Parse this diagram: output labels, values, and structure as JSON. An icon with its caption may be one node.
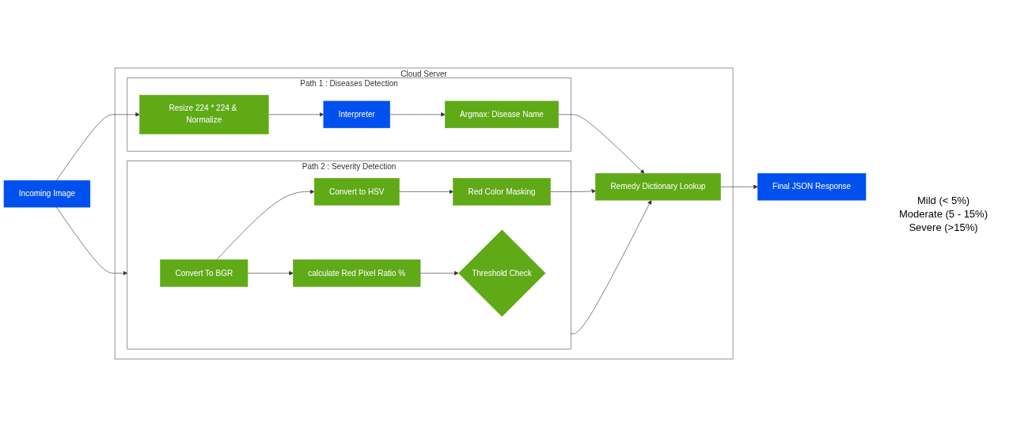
{
  "diagram": {
    "nodes": [
      {
        "text": [
          "Incoming Image"
        ]
      },
      {
        "text": [
          "Cloud Server"
        ]
      },
      {
        "text": [
          "Path 1 : Diseases Detection"
        ],
        "in": 1
      },
      {
        "text": [
          "Resize 224 * 224 & Normalize"
        ],
        "in": 2
      },
      {
        "text": [
          "Interpreter"
        ],
        "in": 2
      },
      {
        "text": [
          "Argmax: Disease Name"
        ],
        "in": 2
      },
      {
        "text": [
          "Path 2 : Severity  Detection"
        ],
        "in": 1
      },
      {
        "text": [
          "Convert To BGR"
        ],
        "in": 6
      },
      {
        "text": [
          "Convert to HSV"
        ],
        "in": 6
      },
      {
        "text": [
          "Red Color Masking"
        ],
        "in": 6
      },
      {
        "text": [
          "calculate Red Pixel Ratio %"
        ],
        "in": 6
      },
      {
        "text": [
          "Threshold Check"
        ],
        "in": 6
      },
      {
        "text": [
          "Remedy Dictionary Lookup"
        ],
        "in": 1
      },
      {
        "text": [
          "Final JSON Response"
        ]
      }
    ],
    "edges": [
      {
        "from": 0,
        "to": 3,
        "arrow": "to"
      },
      {
        "from": 0,
        "to": 6,
        "arrow": "to"
      },
      {
        "from": 3,
        "to": 4,
        "arrow": "to"
      },
      {
        "from": 4,
        "to": 5,
        "arrow": "to"
      },
      {
        "from": 5,
        "to": 12,
        "arrow": "to"
      },
      {
        "from": 7,
        "to": 8,
        "arrow": "to"
      },
      {
        "from": 8,
        "to": 9,
        "arrow": "to"
      },
      {
        "from": 9,
        "to": 12,
        "arrow": "to"
      },
      {
        "from": 7,
        "to": 10,
        "arrow": "to"
      },
      {
        "from": 10,
        "to": 11,
        "arrow": "to"
      },
      {
        "from": 6,
        "to": 12,
        "arrow": "to"
      },
      {
        "from": 12,
        "to": 13,
        "arrow": "to"
      }
    ],
    "labels": [
      "Mild (< 5%)",
      "Moderate (5 - 15%)",
      "Severe (>15%)"
    ]
  }
}
